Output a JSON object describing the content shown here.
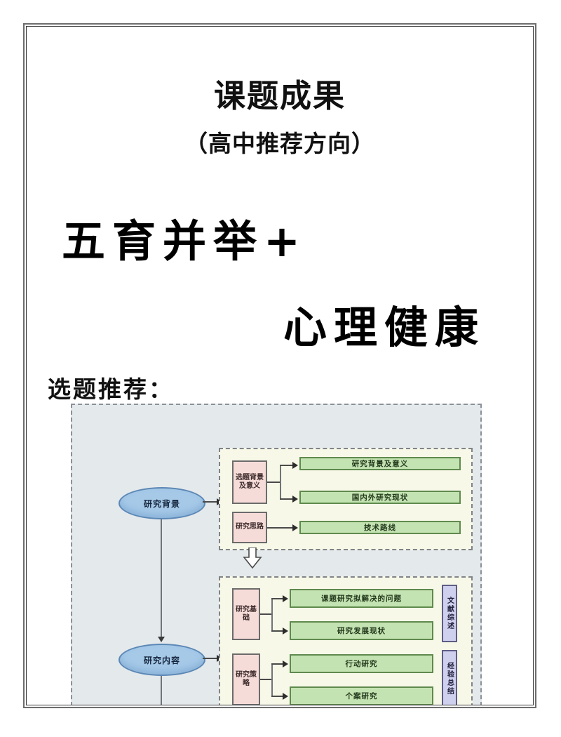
{
  "document": {
    "title": "课题成果",
    "subtitle": "（高中推荐方向）",
    "headline_line1": "五育并举+",
    "headline_line2": "心理健康",
    "section_label": "选题推荐："
  },
  "diagram": {
    "stages": [
      {
        "label": "研究背景"
      },
      {
        "label": "研究内容"
      }
    ],
    "panels": [
      {
        "name": "background-panel",
        "categories": [
          {
            "label": "选题背景及意义",
            "items": [
              "研究背景及意义",
              "国内外研究现状"
            ]
          },
          {
            "label": "研究思路",
            "items": [
              "技术路线"
            ]
          }
        ],
        "side_labels": []
      },
      {
        "name": "content-panel",
        "categories": [
          {
            "label": "研究基础",
            "items": [
              "课题研究拟解决的问题",
              "研究发展现状"
            ]
          },
          {
            "label": "研究策略",
            "items": [
              "行动研究",
              "个案研究"
            ]
          }
        ],
        "side_labels": [
          "文献综述",
          "经验总结"
        ]
      }
    ]
  },
  "colors": {
    "ellipse_fill": "#a6c9e8",
    "ellipse_border": "#5b87b5",
    "pink_fill": "#f6dcd9",
    "green_fill": "#c4e3b2",
    "lavender_fill": "#cfcfee",
    "panel_fill": "#e4e9ec",
    "subpanel_fill": "#f8f8e8"
  }
}
